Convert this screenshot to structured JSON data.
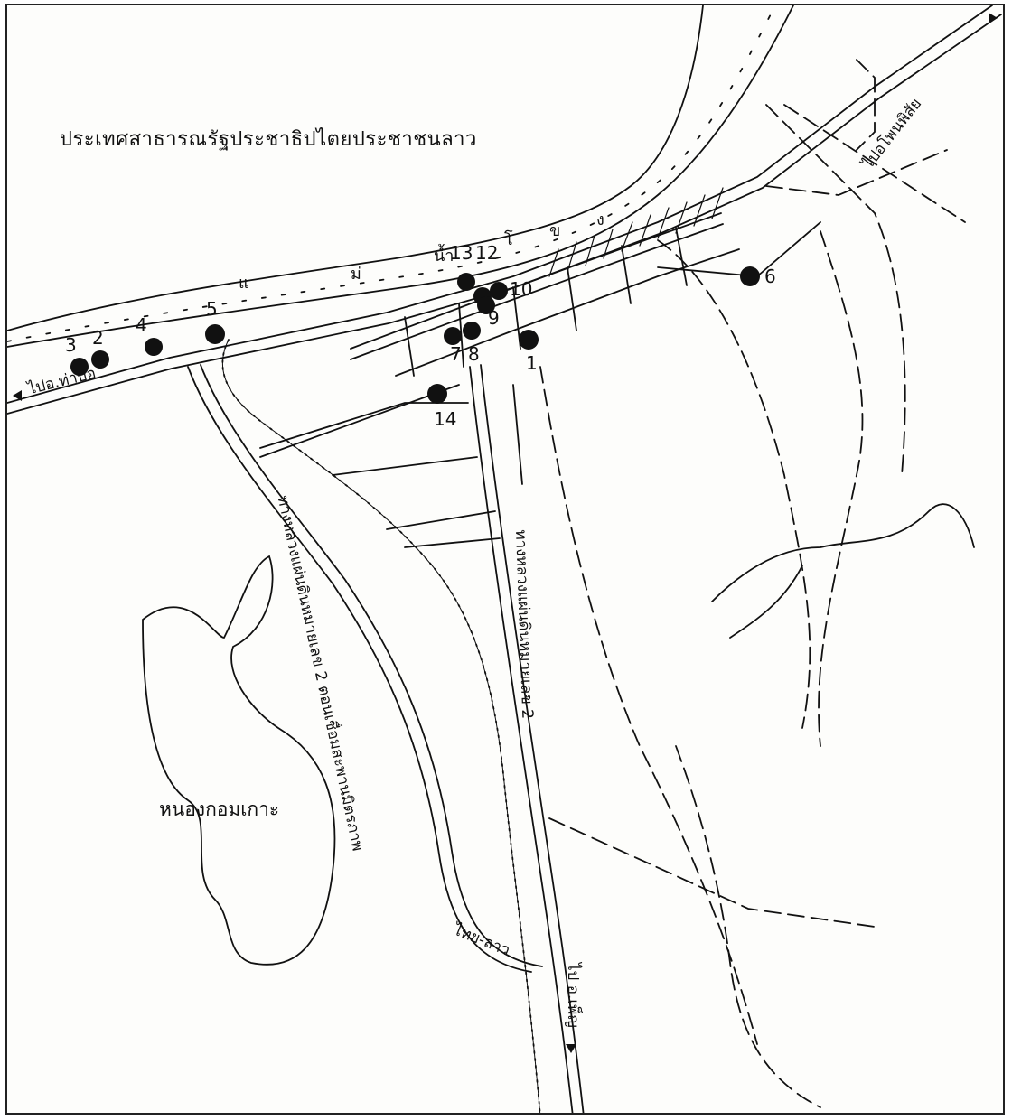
{
  "map": {
    "country_label": "ประเทศสาธารณรัฐประชาธิปไตยประชาชนลาว",
    "river_letters": [
      "แ",
      "ม่",
      "น้ำ",
      "โ",
      "ข",
      "ง"
    ],
    "swamp_label": "หนองกอมเกาะ",
    "to_west": "ไปอ.ท่าบ่อ",
    "to_east": "ไปอโพนพิสัย",
    "to_south": "ไป อ.เพ็ญ",
    "highway_label_west": "ทางหลวงแผ่นดินหมายเลข 2 ตอนเชื่อมสะพานมิตรภาพ",
    "bridge_label": "ไทย-ลาว",
    "highway_label_south": "ทางหลวงแผ่นดินหมายเลข 2",
    "markers": [
      "1",
      "2",
      "3",
      "4",
      "5",
      "6",
      "7",
      "8",
      "9",
      "10",
      "12",
      "13",
      "14"
    ]
  }
}
